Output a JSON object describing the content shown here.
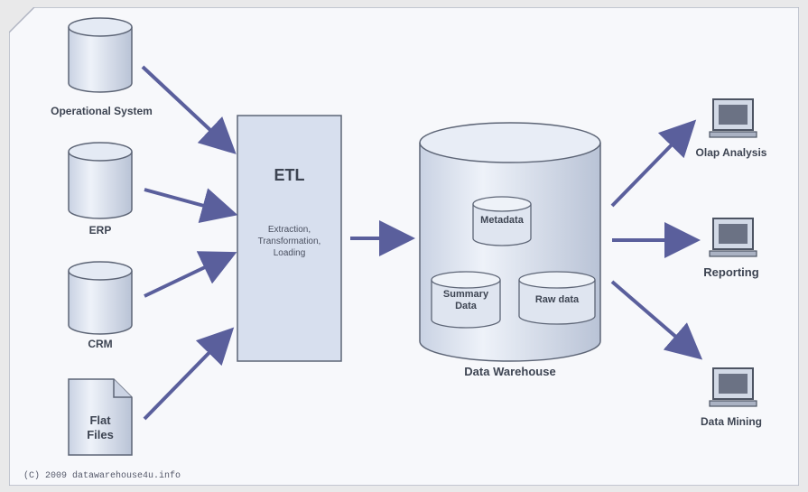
{
  "sources": [
    {
      "id": "operational",
      "label": "Operational System"
    },
    {
      "id": "erp",
      "label": "ERP"
    },
    {
      "id": "crm",
      "label": "CRM"
    },
    {
      "id": "flat",
      "label": "Flat\nFiles"
    }
  ],
  "etl": {
    "title": "ETL",
    "description": "Extraction,\nTransformation,\nLoading"
  },
  "warehouse": {
    "label": "Data Warehouse",
    "parts": {
      "metadata": "Metadata",
      "summary": "Summary\nData",
      "raw": "Raw data"
    }
  },
  "outputs": [
    {
      "id": "olap",
      "label": "Olap Analysis"
    },
    {
      "id": "reporting",
      "label": "Reporting"
    },
    {
      "id": "mining",
      "label": "Data Mining"
    }
  ],
  "copyright": "(C) 2009 datawarehouse4u.info",
  "colors": {
    "fill": "#d7dfee",
    "stroke": "#5d6576",
    "arrow": "#5a5f9c",
    "background": "#f7f8fb"
  }
}
